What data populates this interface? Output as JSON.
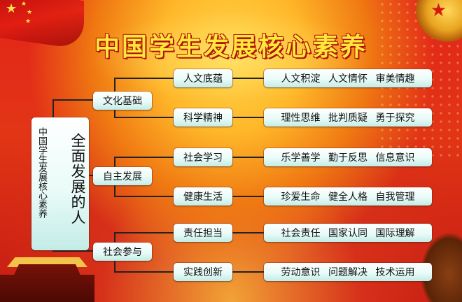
{
  "title": "中国学生发展核心素养",
  "root": {
    "left_label": "中国学生发展核心素养",
    "main_label": "全面发展的人"
  },
  "domains": [
    {
      "name": "文化基础",
      "qualities": [
        {
          "name": "人文底蕴",
          "points": "人文积淀 人文情怀 审美情趣"
        },
        {
          "name": "科学精神",
          "points": "理性思维 批判质疑 勇于探究"
        }
      ]
    },
    {
      "name": "自主发展",
      "qualities": [
        {
          "name": "社会学习",
          "points": "乐学善学 勤于反思 信息意识"
        },
        {
          "name": "健康生活",
          "points": "珍爱生命 健全人格 自我管理"
        }
      ]
    },
    {
      "name": "社会参与",
      "qualities": [
        {
          "name": "责任担当",
          "points": "社会责任 国家认同 国际理解"
        },
        {
          "name": "实践创新",
          "points": "劳动意识 问题解决 技术运用"
        }
      ]
    }
  ],
  "colors": {
    "title": "#ffe83a",
    "title_outline": "#b1110a",
    "box_top": "#ffffff",
    "box_bottom": "#c3ece6",
    "line": "#222222"
  }
}
